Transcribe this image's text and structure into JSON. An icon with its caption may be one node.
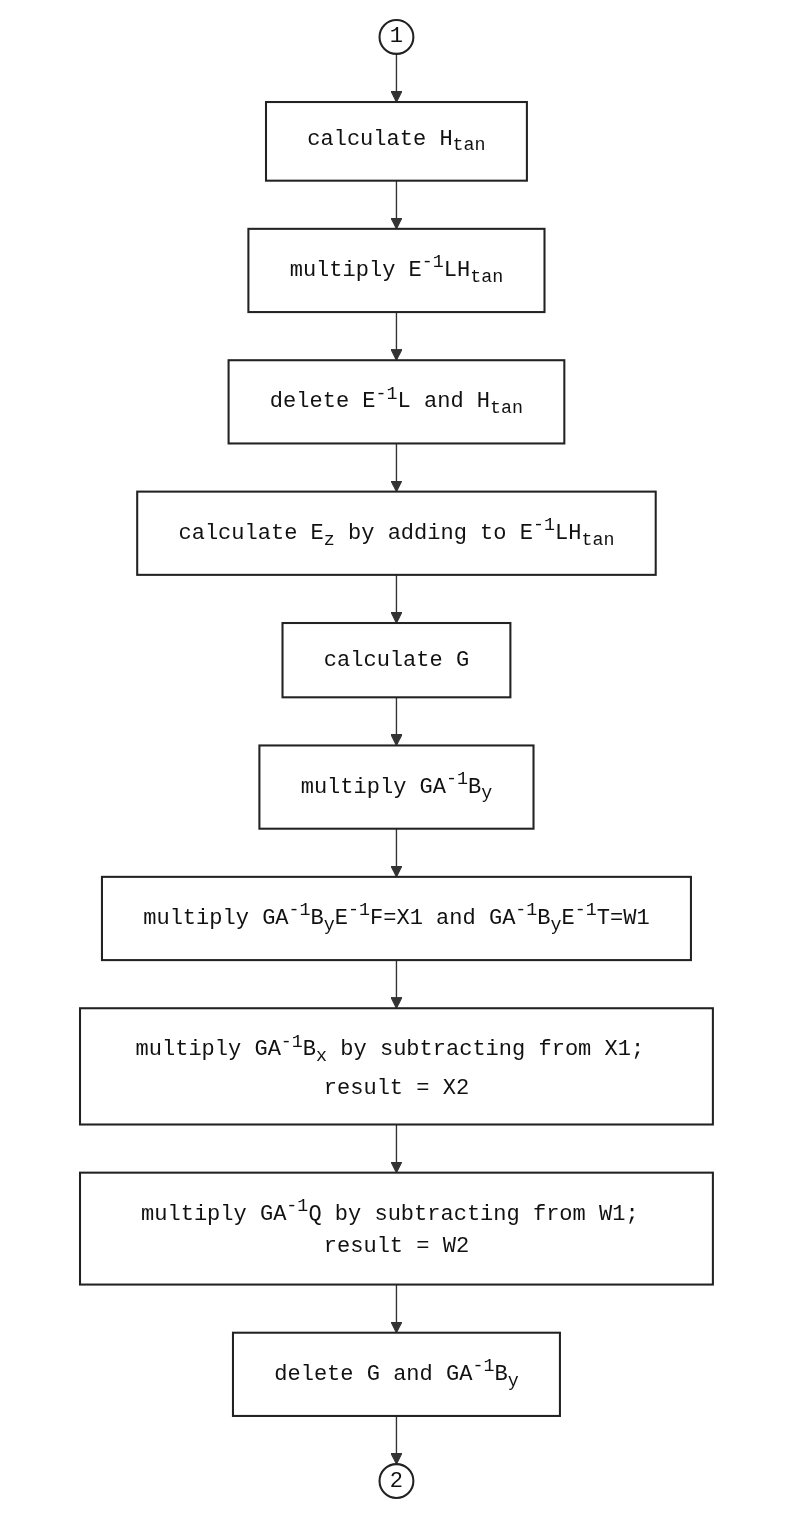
{
  "diagram": {
    "nodes": [
      {
        "text": [
          "1"
        ]
      },
      {
        "text": [
          "calculate H$_{tan}$"
        ]
      },
      {
        "text": [
          "multiply E$^{-1}$LH$_{tan}$"
        ]
      },
      {
        "text": [
          "delete E$^{-1}$L and H$_{tan}$"
        ]
      },
      {
        "text": [
          "calculate E$_{z}$ by adding to E$^{-1}$LH$_{tan}$"
        ]
      },
      {
        "text": [
          "calculate G"
        ]
      },
      {
        "text": [
          "multiply GA$^{-1}$B$_{y}$"
        ]
      },
      {
        "text": [
          "multiply GA$^{-1}$B$_{y}$E$^{-1}$F=X1 and GA$^{-1}$B$_{y}$E$^{-1}$T=W1"
        ]
      },
      {
        "text": [
          "multiply GA$^{-1}$B$_{x}$ by subtracting from X1; result = X2"
        ]
      },
      {
        "text": [
          "multiply GA$^{-1}$Q by subtracting from W1; result = W2"
        ]
      },
      {
        "text": [
          "delete G and GA$^{-1}$B$_{y}$"
        ]
      },
      {
        "text": [
          "2"
        ]
      }
    ],
    "edges": [
      {
        "from": 0,
        "to": 1,
        "arrow": "to"
      },
      {
        "from": 1,
        "to": 2,
        "arrow": "to"
      },
      {
        "from": 2,
        "to": 3,
        "arrow": "to"
      },
      {
        "from": 3,
        "to": 4,
        "arrow": "to"
      },
      {
        "from": 4,
        "to": 5,
        "arrow": "to"
      },
      {
        "from": 5,
        "to": 6,
        "arrow": "to"
      },
      {
        "from": 6,
        "to": 7,
        "arrow": "to"
      },
      {
        "from": 7,
        "to": 8,
        "arrow": "to"
      },
      {
        "from": 8,
        "to": 9,
        "arrow": "to"
      },
      {
        "from": 9,
        "to": 10,
        "arrow": "to"
      },
      {
        "from": 10,
        "to": 11,
        "arrow": "to"
      }
    ]
  }
}
